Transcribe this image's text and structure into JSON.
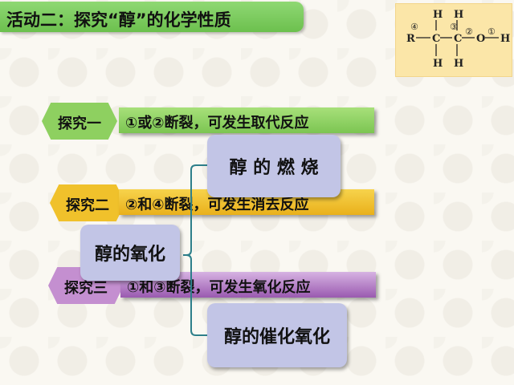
{
  "title": "活动二：探究“醇”的化学性质",
  "structure": {
    "R": "R",
    "C1": "C",
    "C2": "C",
    "O": "O",
    "H_top1": "H",
    "H_top2": "H",
    "H_bot1": "H",
    "H_bot2": "H",
    "H_end": "H",
    "bond1": "①",
    "bond2": "②",
    "bond3": "③",
    "bond4": "④"
  },
  "items": [
    {
      "tag": "探究一",
      "text": "①或②断裂，可发生取代反应",
      "color": "#8ed060"
    },
    {
      "tag": "探究二",
      "text": "②和④断裂，可发生消去反应",
      "color": "#f0c12b"
    },
    {
      "tag": "探究三",
      "text": "①和③断裂，可发生氧化反应",
      "color": "#9a5ab0"
    }
  ],
  "cards": {
    "main": "醇的氧化",
    "combustion": "醇 的 燃 烧",
    "catalytic": "醇的催化氧化"
  }
}
